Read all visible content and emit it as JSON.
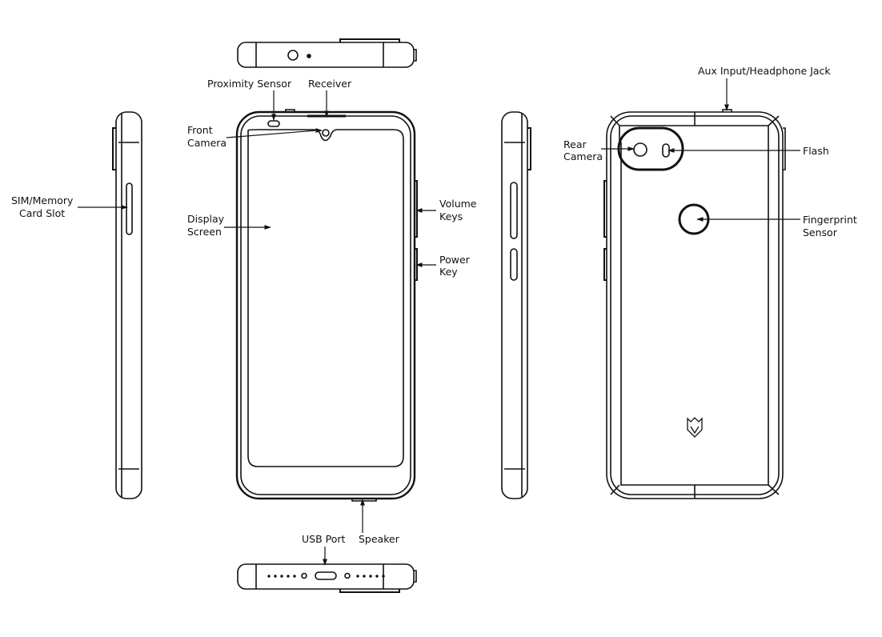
{
  "labels": {
    "proximity_sensor": "Proximity Sensor",
    "receiver": "Receiver",
    "front_camera": [
      "Front",
      "Camera"
    ],
    "display_screen": [
      "Display",
      "Screen"
    ],
    "sim_slot": [
      "SIM/Memory",
      "Card Slot"
    ],
    "volume_keys": [
      "Volume",
      "Keys"
    ],
    "power_key": [
      "Power",
      "Key"
    ],
    "usb_port": "USB Port",
    "speaker": "Speaker",
    "aux_input": "Aux Input/Headphone Jack",
    "rear_camera": [
      "Rear",
      "Camera"
    ],
    "flash": "Flash",
    "fingerprint_sensor": [
      "Fingerprint",
      "Sensor"
    ]
  },
  "colors": {
    "line": "#111111",
    "background": "#ffffff"
  }
}
